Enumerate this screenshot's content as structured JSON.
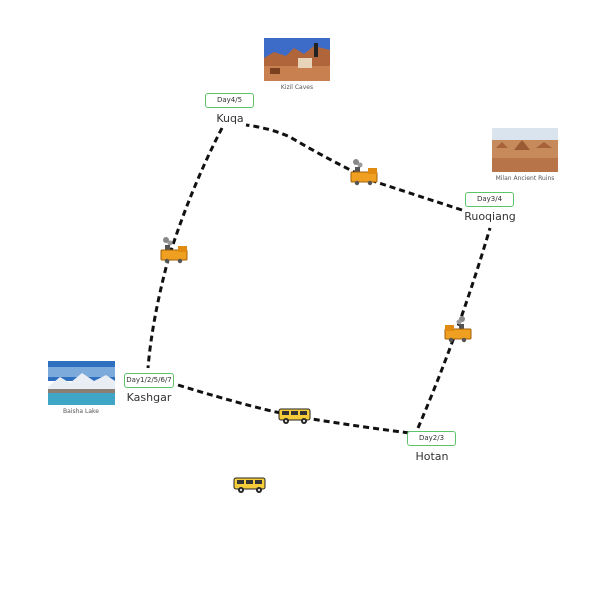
{
  "stops": [
    {
      "id": "kashgar",
      "city": "Kashgar",
      "days": "Day1/2/5/6/7"
    },
    {
      "id": "hotan",
      "city": "Hotan",
      "days": "Day2/3"
    },
    {
      "id": "ruoqiang",
      "city": "Ruoqiang",
      "days": "Day3/4"
    },
    {
      "id": "kuqa",
      "city": "Kuqa",
      "days": "Day4/5"
    }
  ],
  "attractions": [
    {
      "id": "baisha",
      "caption": "Baisha Lake"
    },
    {
      "id": "kizil",
      "caption": "Kizil Caves"
    },
    {
      "id": "milan",
      "caption": "Milan Ancient Ruins"
    }
  ],
  "legs": [
    {
      "from": "Kashgar",
      "to": "Hotan",
      "mode": "van-icon"
    },
    {
      "from": "Hotan",
      "to": "Ruoqiang",
      "mode": "train-icon"
    },
    {
      "from": "Ruoqiang",
      "to": "Kuqa",
      "mode": "train-icon"
    },
    {
      "from": "Kuqa",
      "to": "Kashgar",
      "mode": "train-icon"
    }
  ],
  "colors": {
    "route": "#111111",
    "badge_border": "#5cc46a",
    "train": "#f0a020",
    "van": "#f5cc3a"
  }
}
